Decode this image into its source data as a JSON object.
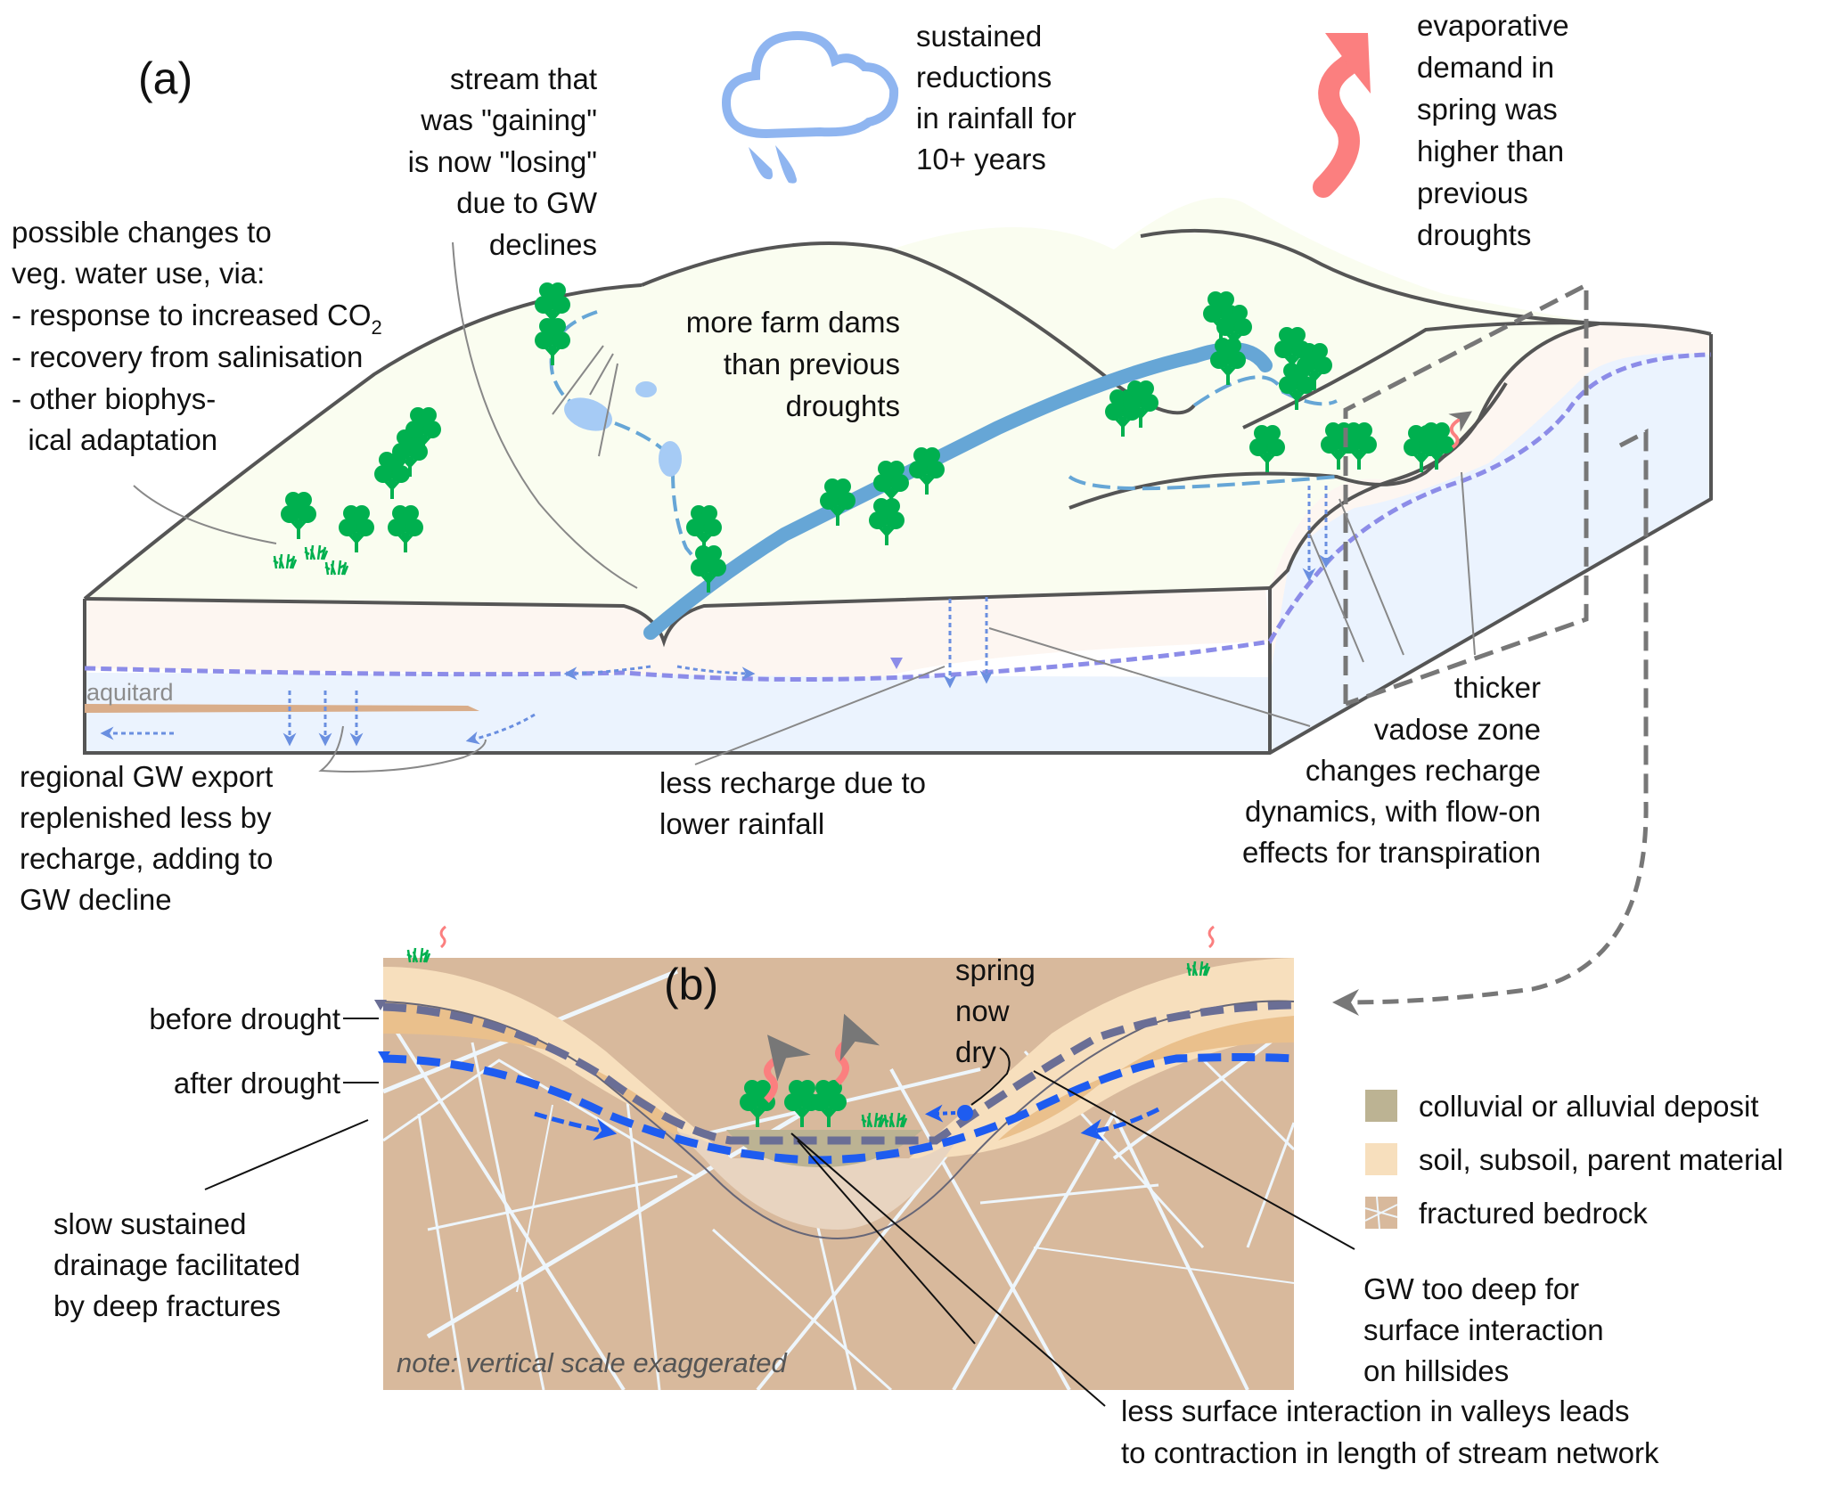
{
  "panel_a": {
    "label": "(a)",
    "annotations": {
      "stream": [
        "stream that",
        "was \"gaining\"",
        "is now \"losing\"",
        "due to GW",
        "declines"
      ],
      "rainfall": [
        "sustained",
        "reductions",
        "in rainfall for",
        "10+ years"
      ],
      "evaporative": [
        "evaporative",
        "demand in",
        "spring was",
        "higher than",
        "previous",
        "droughts"
      ],
      "veg": [
        "possible changes to",
        "veg. water use, via:",
        "- response to increased CO",
        "- recovery from salinisation",
        "- other biophys-",
        "  ical adaptation"
      ],
      "veg_subscript": "2",
      "farm_dams": [
        "more farm dams",
        "than previous",
        "droughts"
      ],
      "aquitard": "aquitard",
      "regional": [
        "regional GW export",
        "replenished less by",
        "recharge, adding to",
        "GW decline"
      ],
      "recharge": [
        "less recharge due to",
        "lower rainfall"
      ],
      "vadose": [
        "thicker",
        "vadose zone",
        "changes recharge",
        "dynamics, with flow-on",
        "effects for transpiration"
      ]
    },
    "icons": [
      "rain-cloud-icon",
      "evaporation-arrow-icon",
      "tree-icon",
      "grass-icon"
    ]
  },
  "panel_b": {
    "label": "(b)",
    "annotations": {
      "before": "before drought",
      "after": "after drought",
      "spring": [
        "spring",
        "now",
        "dry"
      ],
      "slow": [
        "slow sustained",
        "drainage facilitated",
        "by deep fractures"
      ],
      "note": "note: vertical scale exaggerated",
      "gw_deep": [
        "GW too deep for",
        "surface interaction",
        "on hillsides"
      ],
      "less_surface": [
        "less surface interaction in valleys leads",
        "to contraction in length of stream network"
      ]
    },
    "legend": [
      {
        "label": "colluvial or alluvial deposit",
        "color": "#bcb393"
      },
      {
        "label": "soil, subsoil, parent material",
        "color": "#f7dfbd"
      },
      {
        "label": "fractured bedrock",
        "color": "#d8b99c"
      }
    ]
  },
  "colors": {
    "land_surface": "#fafdf0",
    "vadose": "#fdf6f1",
    "saturated": "#ebf3fe",
    "stream": "#66a6d6",
    "tree": "#00b04f",
    "evaporation": "#fb7f7f",
    "rain": "#8fb5f0",
    "water_table": "#8c8ce8",
    "gw_before": "#6a6e95",
    "gw_after": "#1e5cf0"
  }
}
